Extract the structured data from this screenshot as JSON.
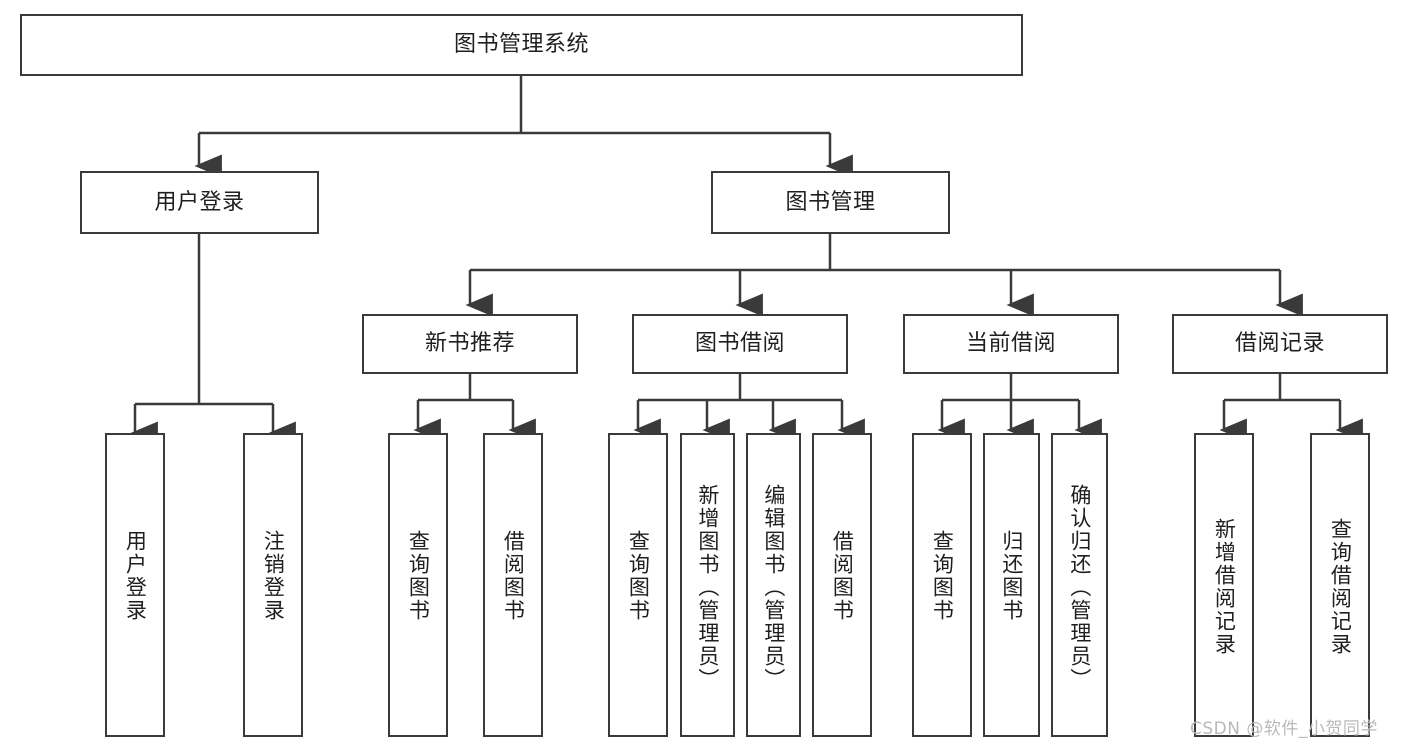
{
  "diagram": {
    "title": "图书管理系统",
    "type": "tree-hierarchy",
    "orientation": "top-down"
  },
  "root": {
    "label": "图书管理系统"
  },
  "level2": [
    {
      "label": "用户登录"
    },
    {
      "label": "图书管理"
    }
  ],
  "level3": [
    {
      "label": "新书推荐"
    },
    {
      "label": "图书借阅"
    },
    {
      "label": "当前借阅"
    },
    {
      "label": "借阅记录"
    }
  ],
  "leaves": {
    "user_login": [
      {
        "label": "用户登录"
      },
      {
        "label": "注销登录"
      }
    ],
    "new_book_recommend": [
      {
        "label": "查询图书"
      },
      {
        "label": "借阅图书"
      }
    ],
    "book_borrow": [
      {
        "label": "查询图书"
      },
      {
        "label": "新增图书（管理员）"
      },
      {
        "label": "编辑图书（管理员）"
      },
      {
        "label": "借阅图书"
      }
    ],
    "current_borrow": [
      {
        "label": "查询图书"
      },
      {
        "label": "归还图书"
      },
      {
        "label": "确认归还（管理员）"
      }
    ],
    "borrow_records": [
      {
        "label": "新增借阅记录"
      },
      {
        "label": "查询借阅记录"
      }
    ]
  },
  "watermark": {
    "text": "CSDN @软件_小贺同学"
  },
  "colors": {
    "border": "#3a3a3a",
    "text": "#1f1f1f",
    "background": "#ffffff",
    "watermark": "#b9b9b9"
  }
}
